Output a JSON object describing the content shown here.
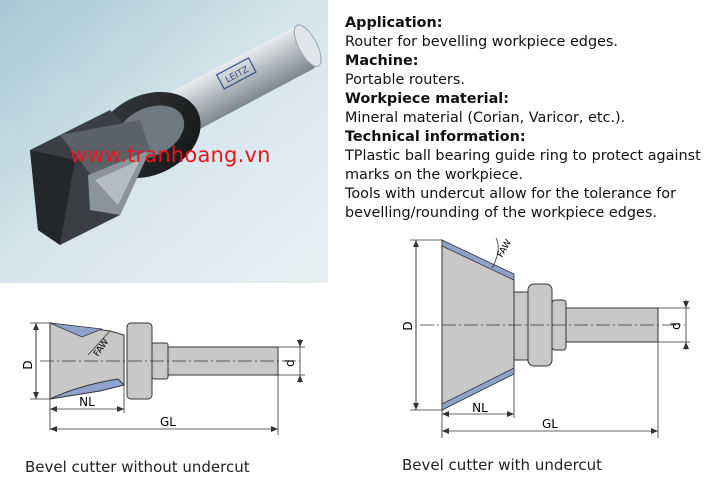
{
  "watermark": "www.tranhoang.vn",
  "logo_text": "LEITZ",
  "info": {
    "application_heading": "Application:",
    "application_text": "Router for bevelling workpiece edges.",
    "machine_heading": "Machine:",
    "machine_text": "Portable routers.",
    "material_heading": "Workpiece material:",
    "material_text": "Mineral material (Corian, Varicor, etc.).",
    "technical_heading": "Technical information:",
    "technical_line1": "TPlastic ball bearing guide ring to protect against",
    "technical_line2": "marks on the workpiece.",
    "technical_line3": "Tools with undercut allow for the tolerance for",
    "technical_line4": "bevelling/rounding of the workpiece edges."
  },
  "diagram_left": {
    "labels": {
      "D": "D",
      "FAW": "FAW",
      "NL": "NL",
      "GL": "GL",
      "d": "d"
    },
    "caption": "Bevel cutter without undercut"
  },
  "diagram_right": {
    "labels": {
      "D": "D",
      "FAW": "FAW",
      "NL": "NL",
      "GL": "GL",
      "d": "d"
    },
    "caption": "Bevel cutter with undercut"
  },
  "colors": {
    "watermark": "#e8161e",
    "blade_blue": "#8ea2cc",
    "body_gray": "#bfbfbf",
    "photo_bg": "#cfe0e8"
  }
}
